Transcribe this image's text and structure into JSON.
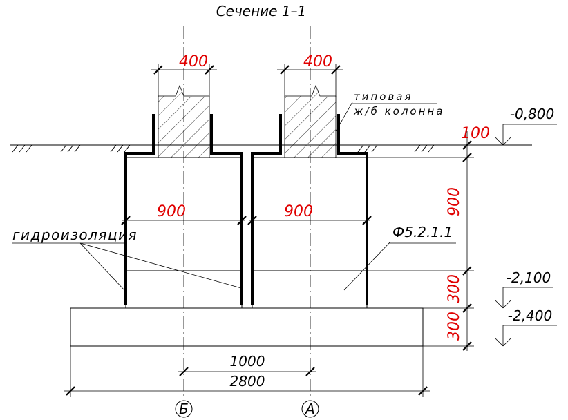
{
  "drawing": {
    "title": "Сечение 1–1",
    "labels": {
      "column": [
        "типовая",
        "ж/б колонна"
      ],
      "waterproofing": "гидроизоляция",
      "block_mark": "Ф5.2.1.1"
    },
    "dimensions": {
      "col_left_width": "400",
      "col_right_width": "400",
      "block_left_width": "900",
      "block_right_width": "900",
      "height_top": "100",
      "height_block": "900",
      "height_lower_block": "300",
      "height_slab": "300",
      "axis_spacing": "1000",
      "total_width": "2800"
    },
    "levels": {
      "top": "-0,800",
      "middle": "-2,100",
      "bottom": "-2,400"
    },
    "axes": {
      "left": "Б",
      "right": "А"
    },
    "colors": {
      "lines": "#000000",
      "dimension_text": "#e00000"
    }
  }
}
